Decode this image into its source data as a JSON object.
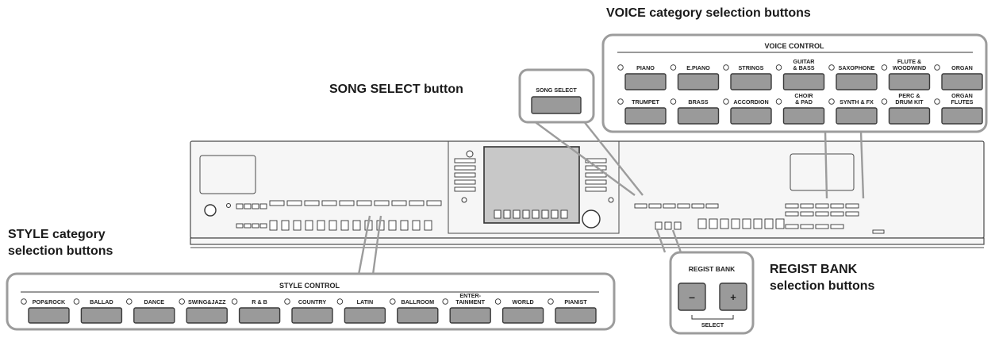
{
  "callouts": {
    "voice": "VOICE category selection buttons",
    "song_select": "SONG SELECT button",
    "style_line1": "STYLE category",
    "style_line2": "selection buttons",
    "regist_line1": "REGIST BANK",
    "regist_line2": "selection buttons"
  },
  "voice_panel": {
    "title": "VOICE CONTROL",
    "row1": [
      {
        "lines": [
          "PIANO"
        ]
      },
      {
        "lines": [
          "E.PIANO"
        ]
      },
      {
        "lines": [
          "STRINGS"
        ]
      },
      {
        "lines": [
          "GUITAR",
          "& BASS"
        ]
      },
      {
        "lines": [
          "SAXOPHONE"
        ]
      },
      {
        "lines": [
          "FLUTE &",
          "WOODWIND"
        ]
      },
      {
        "lines": [
          "ORGAN"
        ]
      }
    ],
    "row2": [
      {
        "lines": [
          "TRUMPET"
        ]
      },
      {
        "lines": [
          "BRASS"
        ]
      },
      {
        "lines": [
          "ACCORDION"
        ]
      },
      {
        "lines": [
          "CHOIR",
          "& PAD"
        ]
      },
      {
        "lines": [
          "SYNTH & FX"
        ]
      },
      {
        "lines": [
          "PERC &",
          "DRUM KIT"
        ]
      },
      {
        "lines": [
          "ORGAN",
          "FLUTES"
        ]
      }
    ]
  },
  "song_panel": {
    "label": "SONG SELECT"
  },
  "style_panel": {
    "title": "STYLE CONTROL",
    "buttons": [
      {
        "lines": [
          "POP&ROCK"
        ]
      },
      {
        "lines": [
          "BALLAD"
        ]
      },
      {
        "lines": [
          "DANCE"
        ]
      },
      {
        "lines": [
          "SWING&JAZZ"
        ]
      },
      {
        "lines": [
          "R & B"
        ]
      },
      {
        "lines": [
          "COUNTRY"
        ]
      },
      {
        "lines": [
          "LATIN"
        ]
      },
      {
        "lines": [
          "BALLROOM"
        ]
      },
      {
        "lines": [
          "ENTER-",
          "TAINMENT"
        ]
      },
      {
        "lines": [
          "WORLD"
        ]
      },
      {
        "lines": [
          "PIANIST"
        ]
      }
    ]
  },
  "regist_panel": {
    "title": "REGIST BANK",
    "minus": "–",
    "plus": "+",
    "select": "SELECT"
  }
}
